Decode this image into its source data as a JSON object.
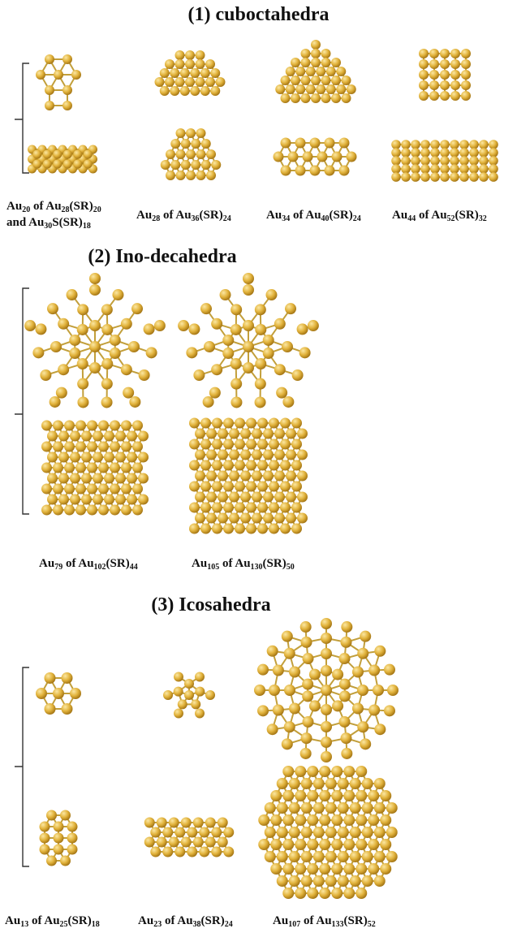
{
  "colors": {
    "atom_light": "#fbe7a2",
    "atom_mid": "#e2b33c",
    "atom_dark": "#a47514",
    "bond": "#b88f1a",
    "text": "#111111",
    "bracket": "#333333"
  },
  "sections": [
    {
      "title": "(1) cuboctahedra",
      "captions": [
        [
          [
            "Au",
            "20"
          ],
          [
            " of Au",
            "28"
          ],
          [
            "(SR)",
            "20"
          ]
        ],
        [
          [
            "and Au",
            "30"
          ],
          [
            "S(SR)",
            "18"
          ]
        ],
        [
          [
            "Au",
            "28"
          ],
          [
            " of Au",
            "36"
          ],
          [
            "(SR)",
            "24"
          ]
        ],
        [
          [
            "Au",
            "34"
          ],
          [
            " of Au",
            "40"
          ],
          [
            "(SR)",
            "24"
          ]
        ],
        [
          [
            "Au",
            "44"
          ],
          [
            " of Au",
            "52"
          ],
          [
            "(SR)",
            "32"
          ]
        ]
      ]
    },
    {
      "title": "(2) Ino-decahedra",
      "captions": [
        [
          [
            "Au",
            "79"
          ],
          [
            " of Au",
            "102"
          ],
          [
            "(SR)",
            "44"
          ]
        ],
        [
          [
            "Au",
            "105"
          ],
          [
            " of Au",
            "130"
          ],
          [
            "(SR)",
            "50"
          ]
        ]
      ]
    },
    {
      "title": "(3) Icosahedra",
      "captions": [
        [
          [
            "Au",
            "13"
          ],
          [
            " of Au",
            "25"
          ],
          [
            "(SR)",
            "18"
          ]
        ],
        [
          [
            "Au",
            "23"
          ],
          [
            " of Au",
            "38"
          ],
          [
            "(SR)",
            "24"
          ]
        ],
        [
          [
            "Au",
            "107"
          ],
          [
            " of Au",
            "133"
          ],
          [
            "(SR)",
            "52"
          ]
        ]
      ]
    }
  ]
}
